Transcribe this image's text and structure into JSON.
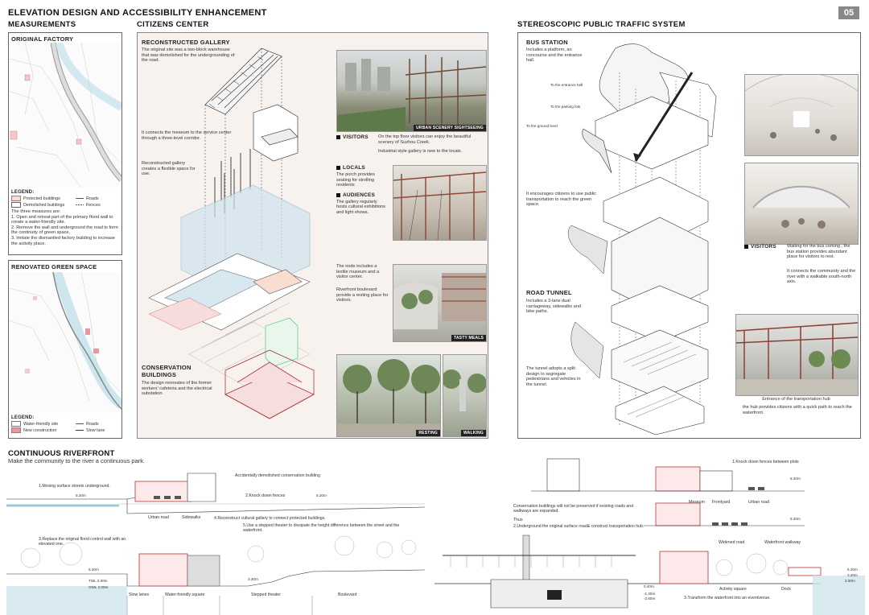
{
  "page": {
    "title": "ELEVATION DESIGN AND ACCESSIBILITY ENHANCEMENT",
    "page_number": "05"
  },
  "measurements": {
    "header": "MEASUREMENTS",
    "original_factory": "ORIGINAL FACTORY",
    "legend1_title": "LEGEND:",
    "legend1_items": [
      "Protected buildings",
      "Demolished buildings",
      "Roads",
      "Fences"
    ],
    "measures_text": "The three measures are:\n1. Open and retreat part of the primary flood wall to create a water-friendly site.\n2. Remove the wall and underground the road to form the continuity of green space.\n3. Imitate the dismantled factory building to increase the activity place.",
    "renovated": "RENOVATED GREEN SPACE",
    "legend2_title": "LEGEND:",
    "legend2_items": [
      "Water-friendly site",
      "New construction",
      "Roads",
      "Slow lane"
    ]
  },
  "citizens": {
    "header": "CITIZENS CENTER",
    "gallery_title": "RECONSTRUCTED GALLERY",
    "gallery_text": "The original site was a two-block warehouse that was demolished for the undergrounding of the road.",
    "connect_text": "It connects the meseum to the service center through a three-level corridor.",
    "flexible_text": "Reconstructed gallery creates a flexible space for use.",
    "conservation_title": "CONSERVATION BUILDINGS",
    "conservation_text": "The design renovates of the former workers' cafeteria and the electrical substation.",
    "photo1_caption": "URBAN SCENERY SIGHTSEEING",
    "visitors_label": "VISITORS",
    "visitors_text1": "On the top floor visitors can enjoy the beautiful scenery of Suzhou Creek.",
    "visitors_text2": "Industrial style gallery is new to the locals.",
    "locals_label": "LOCALS",
    "locals_text": "The porch provides seating for strolling residents",
    "audiences_label": "AUDIENCES",
    "audiences_text": "The gallery regularly hosts cultural exhibitions and light shows.",
    "node_text": "The node includes a textile museum and a visitor center.",
    "riverfront_text": "Riverfront boulevard provide a resting place for visitors.",
    "photo3_caption": "TASTY MEALS",
    "photo4_caption": "RESTING",
    "photo5_caption": "WALKING"
  },
  "traffic": {
    "header": "STEREOSCOPIC PUBLIC TRAFFIC SYSTEM",
    "bus_title": "BUS STATION",
    "bus_text": "Includes a platform, an concourse and the entrance hall.",
    "to_entrance": "To the entrance hall",
    "to_parking": "To the parking lots",
    "to_ground": "To the ground level",
    "encourage_text": "It encourages citizens to use public transportation to reach the green space.",
    "road_title": "ROAD TUNNEL",
    "road_text": "Includes a 3-lane dual carriageway, sidewalks and bike paths.",
    "tunnel_text": "The tunnel adopts a split design to segregate pedestrians and vehicles in the tunnel.",
    "visitors_label": "VISITORS",
    "visitors_text1": "Waiting for the bus coming , the bus station provides abundant place for visitors to rest.",
    "visitors_text2": "It connects the community and the river with a walkable south-north axis.",
    "hub_caption": "Entrance of the transportation hub",
    "hub_text": "the hub provides citizens with a quick path to reach the waterfront."
  },
  "riverfront": {
    "header": "CONTINUOUS RIVERFRONT",
    "subtitle": "Make the community to the river a continuous park.",
    "n1": "1.Moving surface streets underground.",
    "n_demolished": "Accidentally demolished conservation building",
    "n2": "2.Knock down fences",
    "urban_road": "Urban road",
    "sidewalks": "Sidewalks",
    "n4": "4.Reconstruct cultural gallary to connect protected buildings.",
    "n5": "5.Use a stepped theater to dissipate the height difference between the street and the waterfront.",
    "n3": "3.Replace the original flood control wall with an elevated one.",
    "slow": "Slow lanes",
    "water_square": "Water-friendly square",
    "stepped": "Stepped theater",
    "boulevard": "Boulevard",
    "lvl_520a": "5.20m",
    "lvl_520b": "5.20m",
    "lvl_520c": "5.20m",
    "lvl_320": "3.20m",
    "twl": "TWL 3.00m",
    "owl": "OWL 2.00m",
    "r_n1": "1.Knock down fences between plots",
    "meseum": "Meseum",
    "frontyard": "Frontyard",
    "r_urban": "Urban road",
    "r_lvl1": "5.20m",
    "r_lvl2": "5.20m",
    "conservation_note": "Conservation buildings will not be preserved if existing roads and walkways are expanded.",
    "thus": "Thus",
    "r_n2": "2.Underground the original surface road& construct transportation hub.",
    "widened": "Widened road",
    "walkway": "Waterfront walkway",
    "activity": "Activity square",
    "dock": "Dock",
    "r_n3": "3.Transform the waterfront into an eventvenue.",
    "r_520": "5.20m",
    "r_320": "3.20m",
    "r_250": "2.50m",
    "r_040": "0.40m",
    "r_120": "-1.20m",
    "r_260": "-2.60m"
  }
}
